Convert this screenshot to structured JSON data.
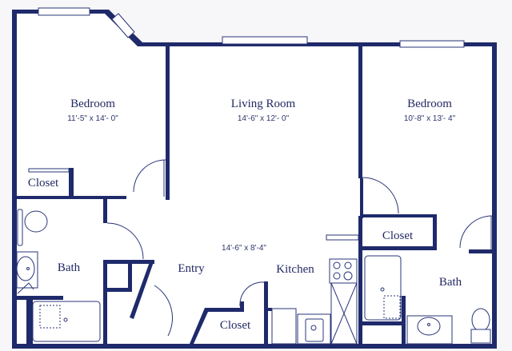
{
  "floor_plan": {
    "rooms": [
      {
        "name": "Bedroom",
        "dimensions": "11'-5\" x 14'- 0\""
      },
      {
        "name": "Living Room",
        "dimensions": "14'-6\" x 12'- 0\""
      },
      {
        "name": "Bedroom",
        "dimensions": "10'-8\" x 13'- 4\""
      },
      {
        "name": "Closet"
      },
      {
        "name": "Closet"
      },
      {
        "name": "Bath"
      },
      {
        "name": "Entry"
      },
      {
        "name": "Kitchen",
        "dimensions": "14'-6\" x 8'-4\""
      },
      {
        "name": "Closet"
      },
      {
        "name": "Bath"
      }
    ],
    "colors": {
      "wall": "#1f2a6b",
      "background": "#f7f7f9",
      "text": "#232a63"
    }
  }
}
